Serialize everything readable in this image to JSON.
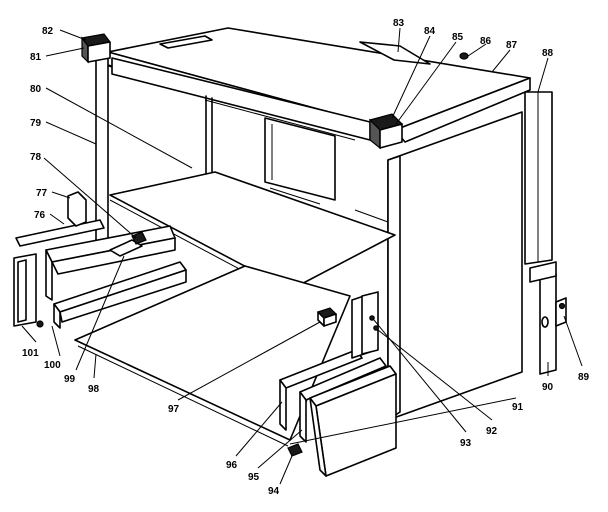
{
  "diagram": {
    "callouts": [
      {
        "id": "c82",
        "label": "82"
      },
      {
        "id": "c81",
        "label": "81"
      },
      {
        "id": "c83",
        "label": "83"
      },
      {
        "id": "c84",
        "label": "84"
      },
      {
        "id": "c85",
        "label": "85"
      },
      {
        "id": "c86",
        "label": "86"
      },
      {
        "id": "c87",
        "label": "87"
      },
      {
        "id": "c88",
        "label": "88"
      },
      {
        "id": "c80",
        "label": "80"
      },
      {
        "id": "c79",
        "label": "79"
      },
      {
        "id": "c78",
        "label": "78"
      },
      {
        "id": "c77",
        "label": "77"
      },
      {
        "id": "c76",
        "label": "76"
      },
      {
        "id": "c101",
        "label": "101"
      },
      {
        "id": "c100",
        "label": "100"
      },
      {
        "id": "c99",
        "label": "99"
      },
      {
        "id": "c98",
        "label": "98"
      },
      {
        "id": "c97",
        "label": "97"
      },
      {
        "id": "c96",
        "label": "96"
      },
      {
        "id": "c95",
        "label": "95"
      },
      {
        "id": "c94",
        "label": "94"
      },
      {
        "id": "c93",
        "label": "93"
      },
      {
        "id": "c92",
        "label": "92"
      },
      {
        "id": "c91",
        "label": "91"
      },
      {
        "id": "c90",
        "label": "90"
      },
      {
        "id": "c89",
        "label": "89"
      }
    ]
  }
}
